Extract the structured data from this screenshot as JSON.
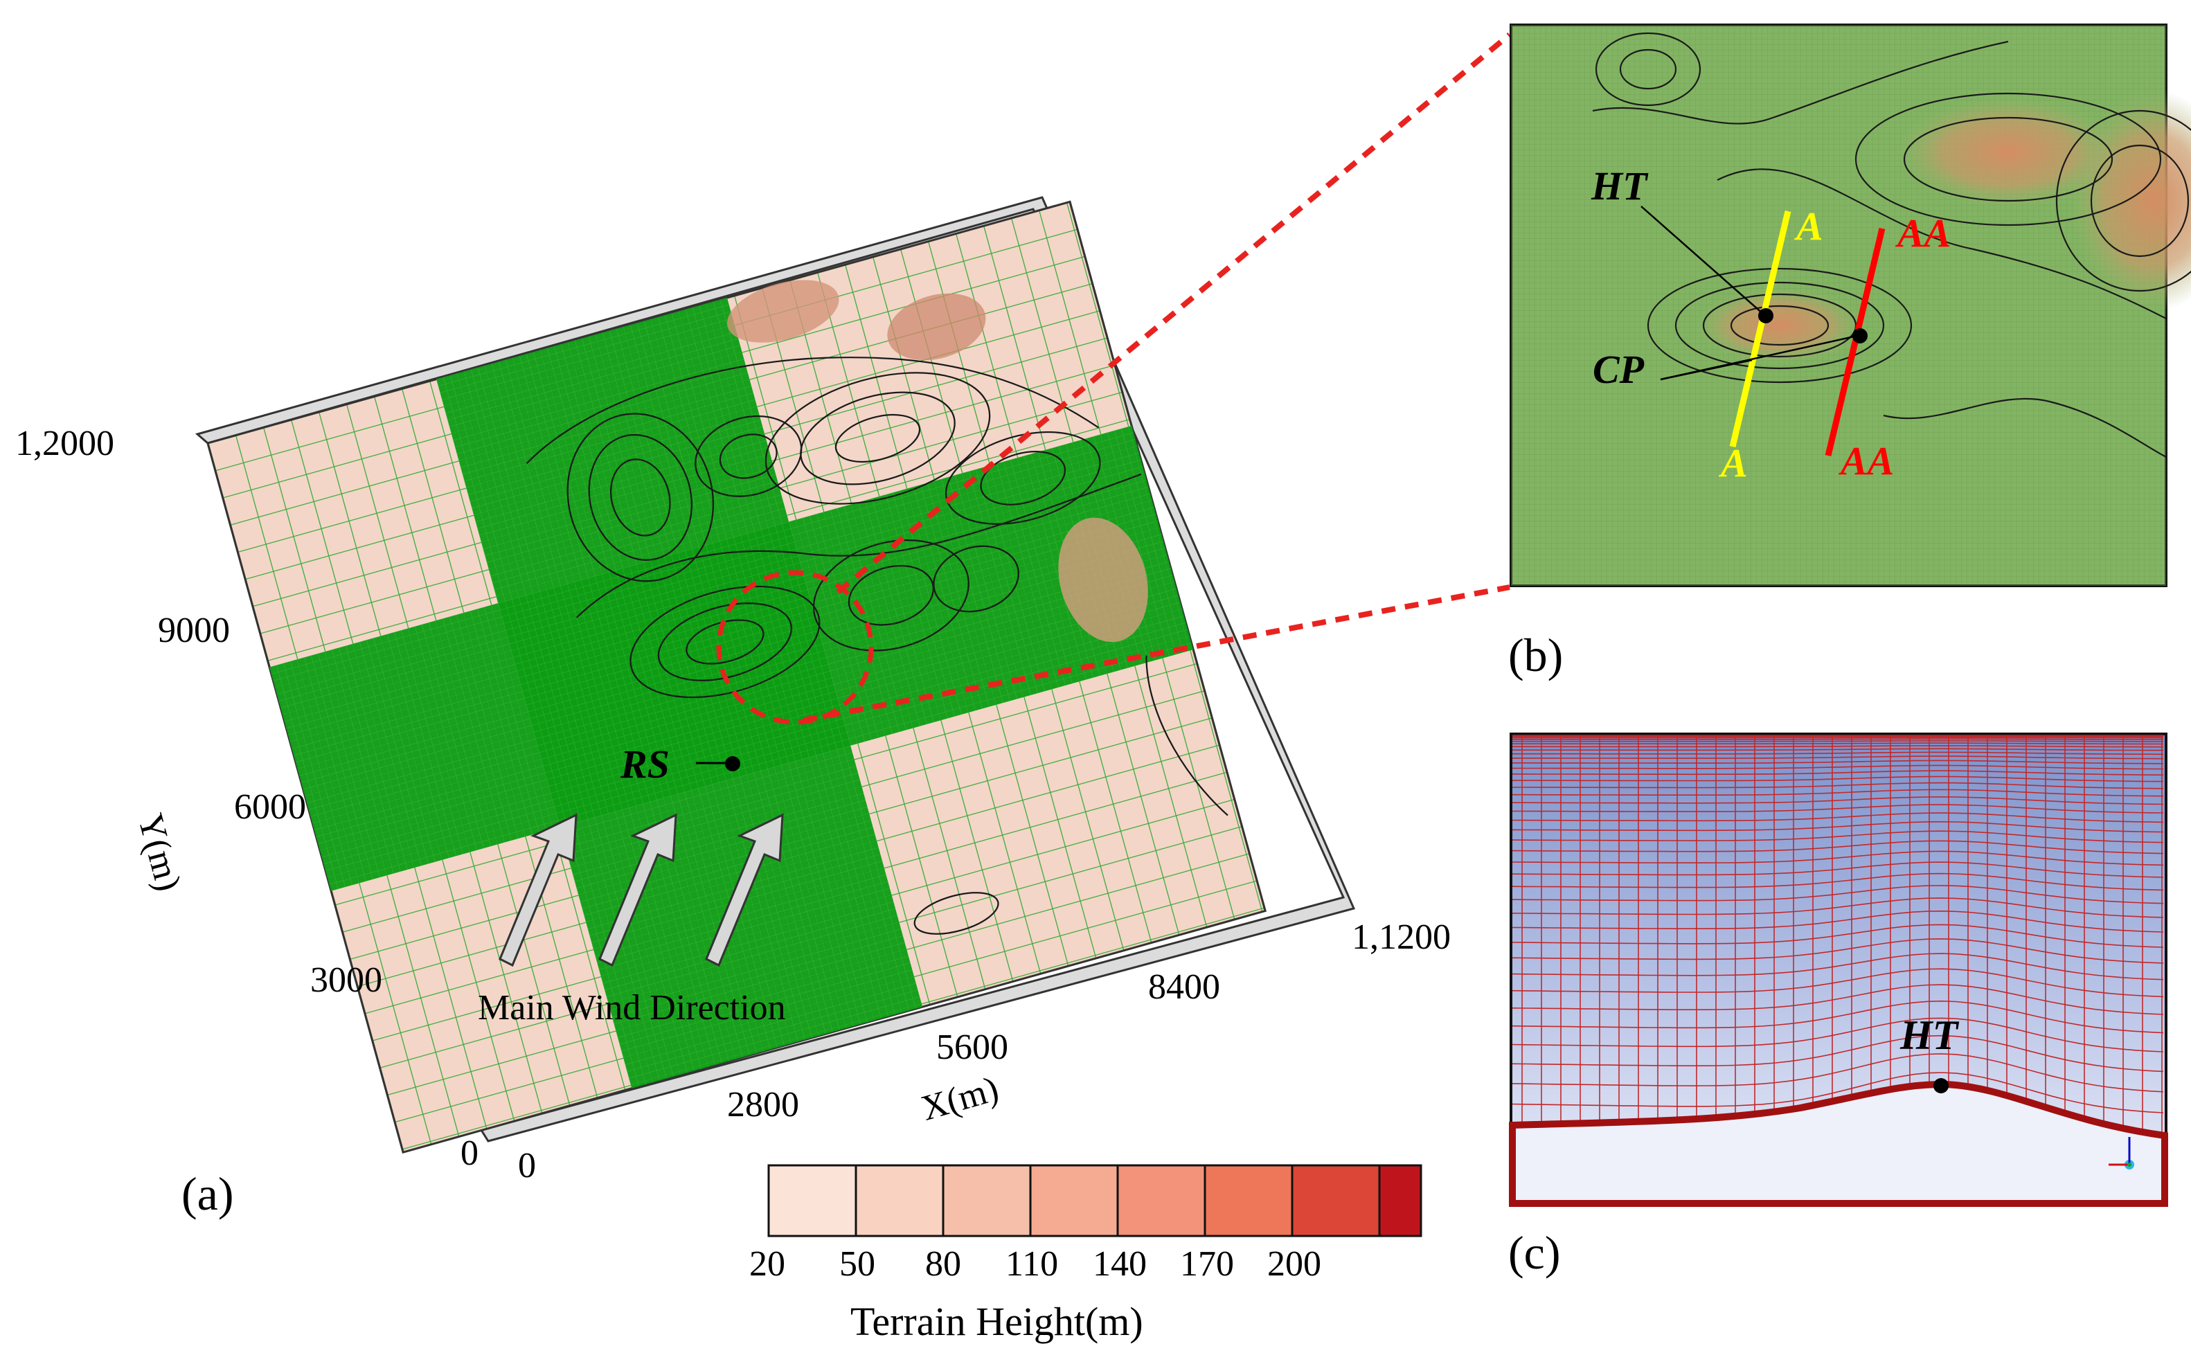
{
  "panel_a": {
    "label": "(a)",
    "y_axis": {
      "title": "Y(m)",
      "ticks": [
        "0",
        "3000",
        "6000",
        "9000",
        "1,2000"
      ]
    },
    "x_axis": {
      "title": "X(m)",
      "ticks": [
        "0",
        "2800",
        "5600",
        "8400",
        "1,1200"
      ]
    },
    "point_rs": "RS",
    "wind_label": "Main Wind Direction"
  },
  "panel_b": {
    "label": "(b)",
    "points": {
      "ht": "HT",
      "cp": "CP"
    },
    "sections": {
      "a_top": "A",
      "a_bottom": "A",
      "aa_top": "AA",
      "aa_bottom": "AA"
    },
    "colors": {
      "section_a": "#ffff00",
      "section_aa": "#ff0000"
    }
  },
  "panel_c": {
    "label": "(c)",
    "point_ht": "HT"
  },
  "colorbar": {
    "title": "Terrain Height(m)",
    "ticks": [
      "20",
      "50",
      "80",
      "110",
      "140",
      "170",
      "200"
    ],
    "colors": [
      "#fbe3d8",
      "#f9d2c2",
      "#f6bfaa",
      "#f4ab92",
      "#f2937a",
      "#ee7659",
      "#dc4636",
      "#c0141d"
    ]
  },
  "colors": {
    "mesh_green": "#0a9a12",
    "terrain_base": "#f5d6c8",
    "zoom_dash": "#e8231f",
    "mesh_red": "#c0292b",
    "sky_top": "#7c93cc"
  }
}
